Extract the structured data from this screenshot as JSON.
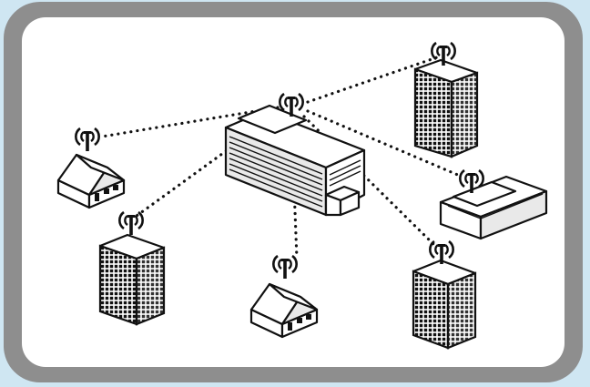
{
  "diagram": {
    "nodes": [
      {
        "id": "hq",
        "kind": "office-complex"
      },
      {
        "id": "house-left",
        "kind": "house"
      },
      {
        "id": "tower-top-right",
        "kind": "tower"
      },
      {
        "id": "flat-building-right",
        "kind": "low-building"
      },
      {
        "id": "tower-bottom-right",
        "kind": "tower"
      },
      {
        "id": "house-bottom",
        "kind": "house"
      },
      {
        "id": "tower-bottom-left",
        "kind": "tower"
      }
    ],
    "links": [
      {
        "from": "hq",
        "to": "house-left",
        "style": "dotted"
      },
      {
        "from": "hq",
        "to": "tower-top-right",
        "style": "dotted"
      },
      {
        "from": "hq",
        "to": "flat-building-right",
        "style": "dotted"
      },
      {
        "from": "hq",
        "to": "tower-bottom-right",
        "style": "dotted"
      },
      {
        "from": "hq",
        "to": "house-bottom",
        "style": "dotted"
      },
      {
        "from": "hq",
        "to": "tower-bottom-left",
        "style": "dotted"
      }
    ],
    "colors": {
      "outer_background": "#cfe6f2",
      "frame": "#8e8e8e",
      "panel": "#ffffff",
      "ink": "#111111"
    }
  }
}
